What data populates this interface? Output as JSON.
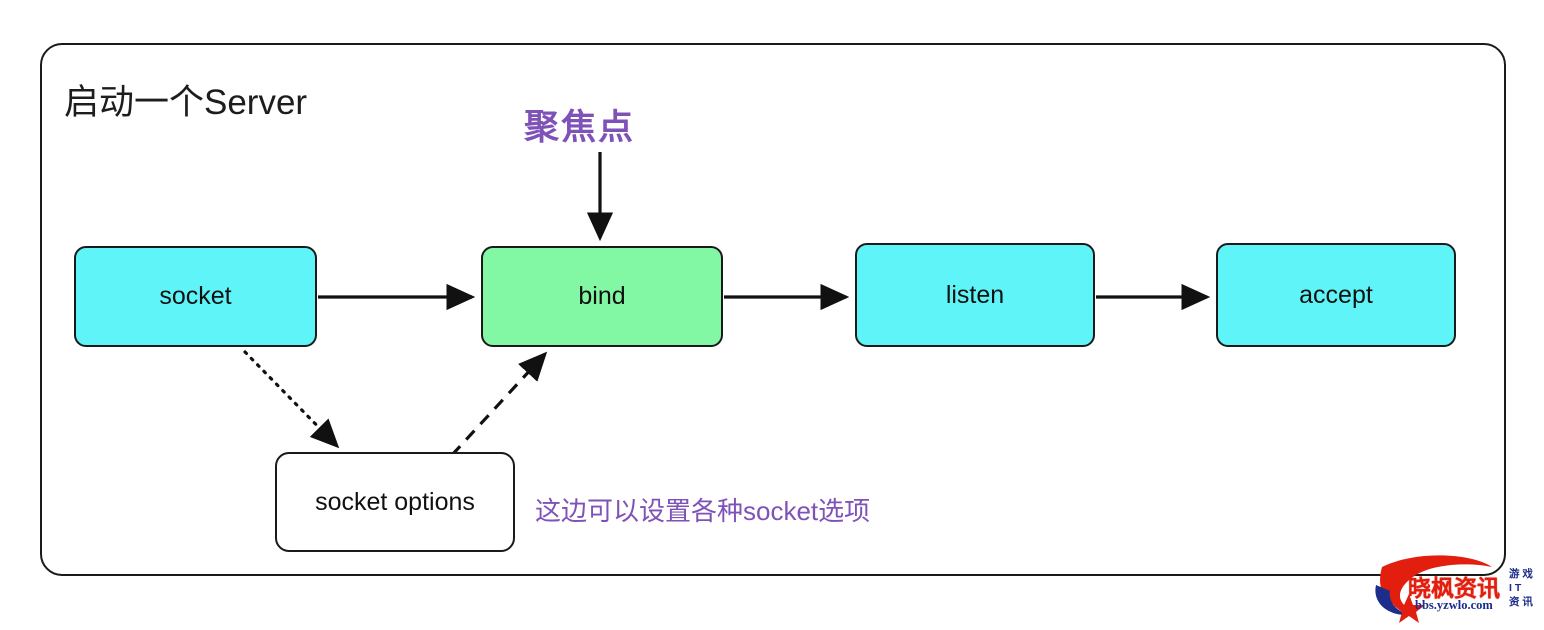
{
  "diagram": {
    "title": "启动一个Server",
    "type": "flowchart",
    "nodes": [
      {
        "id": "socket",
        "label": "socket",
        "fill": "#5ef4f8",
        "shape": "rounded-rect"
      },
      {
        "id": "bind",
        "label": "bind",
        "fill": "#82f8a4",
        "shape": "rounded-rect"
      },
      {
        "id": "listen",
        "label": "listen",
        "fill": "#5ef4f8",
        "shape": "rounded-rect"
      },
      {
        "id": "accept",
        "label": "accept",
        "fill": "#5ef4f8",
        "shape": "rounded-rect"
      },
      {
        "id": "socket-options",
        "label": "socket options",
        "fill": "#ffffff",
        "shape": "rounded-rect"
      }
    ],
    "edges": [
      {
        "from": "socket",
        "to": "bind",
        "style": "solid",
        "arrow": true
      },
      {
        "from": "bind",
        "to": "listen",
        "style": "solid",
        "arrow": true
      },
      {
        "from": "listen",
        "to": "accept",
        "style": "solid",
        "arrow": true
      },
      {
        "from": "socket",
        "to": "socket-options",
        "style": "dotted",
        "arrow": true
      },
      {
        "from": "socket-options",
        "to": "bind",
        "style": "dashed",
        "arrow": true
      },
      {
        "from": "focus-label",
        "to": "bind",
        "style": "solid",
        "arrow": true
      }
    ],
    "annotations": [
      {
        "id": "focus-label",
        "text": "聚焦点",
        "color": "#7f52b8"
      },
      {
        "id": "options-note",
        "text": "这边可以设置各种socket选项",
        "color": "#7f52b8"
      }
    ]
  },
  "watermark": {
    "brand": "晓枫资讯",
    "url": "bbs.yzwlo.com",
    "tags": [
      "游 戏",
      "I T",
      "资 讯"
    ],
    "brand_color": "#e21f0f",
    "text_color": "#1c2d8a"
  }
}
